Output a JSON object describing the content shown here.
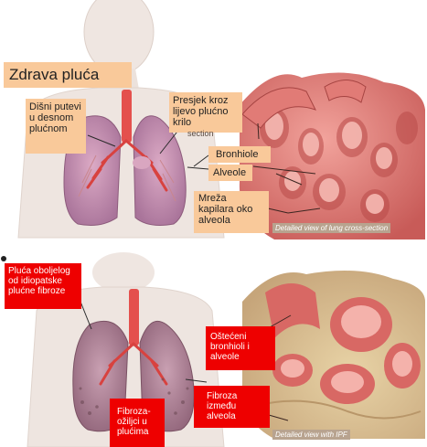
{
  "healthy": {
    "title": "Zdrava pluća",
    "labels": {
      "airways": "Dišni putevi u desnom plućnom",
      "cross_section": "Presjek kroz lijevo plućno krilo",
      "section_fragment": "section",
      "bronchioles": "Bronhiole",
      "alveoli": "Alveole",
      "capillaries": "Mreža kapilara oko alveola"
    },
    "caption": "Detailed view of lung cross-section"
  },
  "fibrosis": {
    "title": "Pluća oboljelog od idiopatske plućne fibroze",
    "labels": {
      "damaged": "Oštećeni bronhioli i alveole",
      "scarring": "Fibroza-ožiljci u plućima",
      "between": "Fibroza između alveola"
    },
    "caption": "Detailed view with IPF"
  },
  "colors": {
    "peach_label": "#f9c99a",
    "red_label": "#ee0000",
    "tissue": "#d9746f",
    "skin": "#eee4df",
    "lung_healthy": "#c98fb0",
    "lung_fibrotic": "#b58797",
    "trachea": "#e4504d"
  }
}
